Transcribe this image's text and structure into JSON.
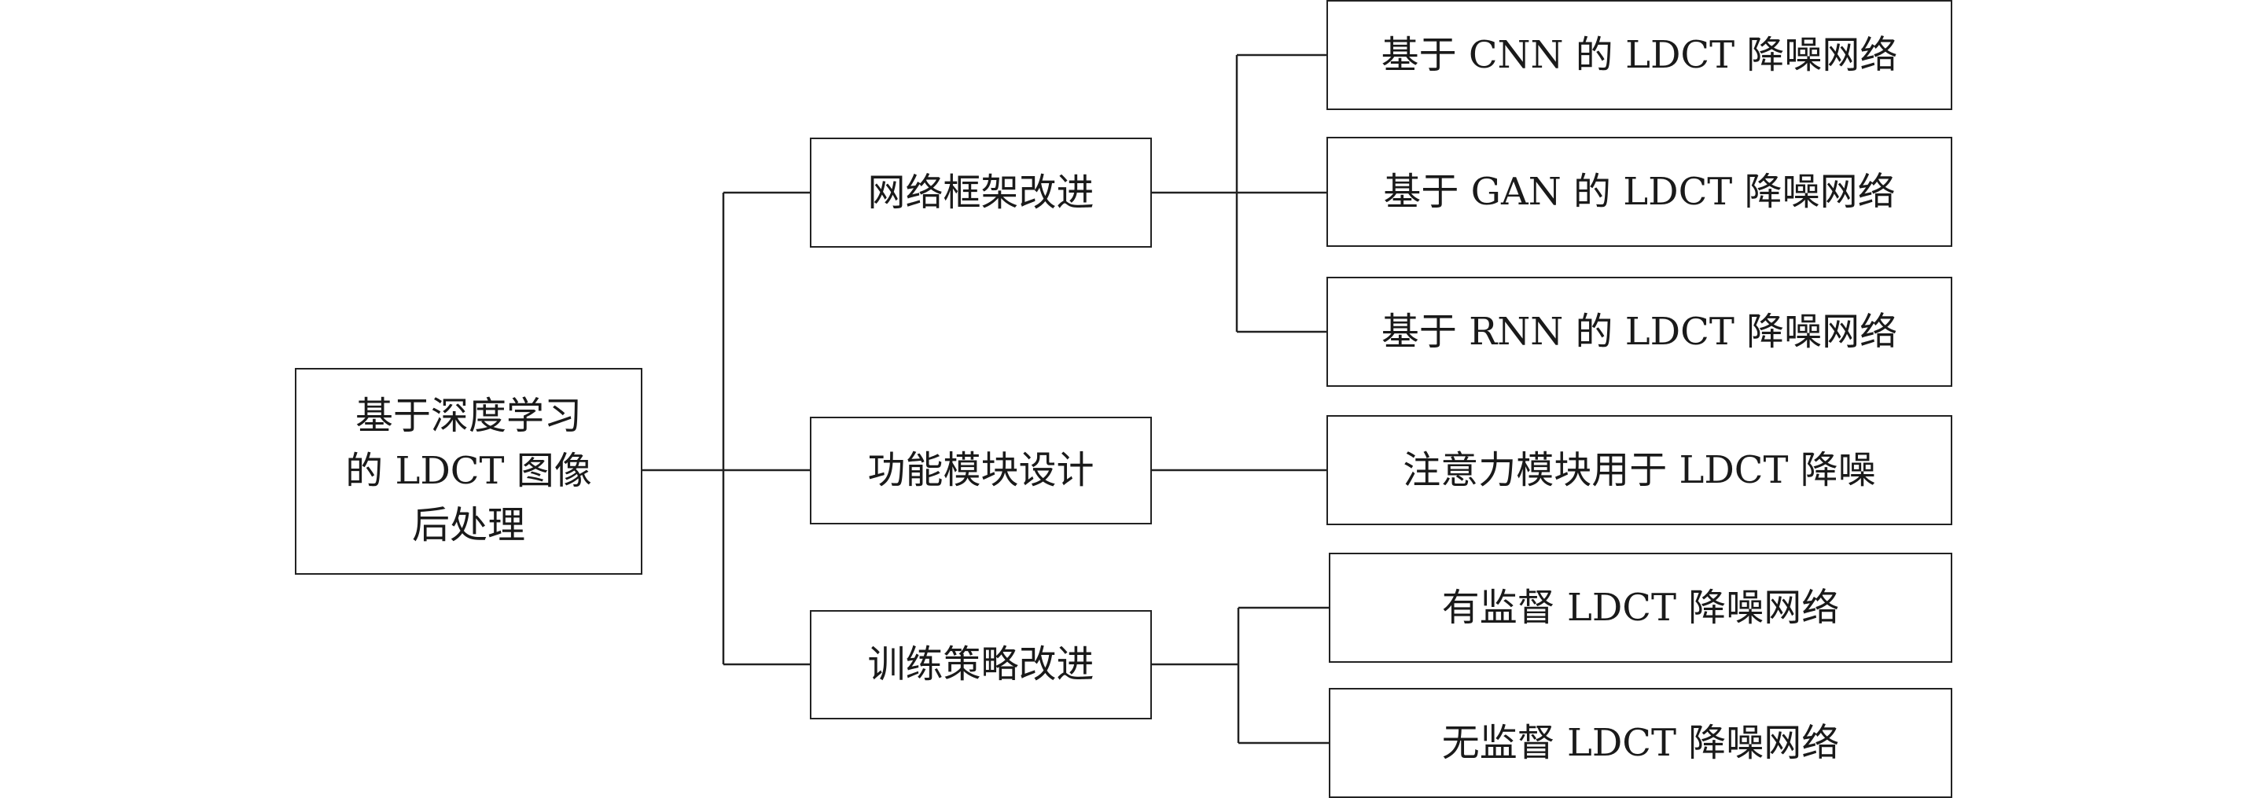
{
  "root": {
    "lines": [
      "基于深度学习",
      "的 LDCT 图像",
      "后处理"
    ]
  },
  "categories": [
    {
      "label": "网络框架改进",
      "children": [
        "基于 CNN 的 LDCT 降噪网络",
        "基于 GAN 的 LDCT 降噪网络",
        "基于 RNN 的 LDCT 降噪网络"
      ]
    },
    {
      "label": "功能模块设计",
      "children": [
        "注意力模块用于 LDCT 降噪"
      ]
    },
    {
      "label": "训练策略改进",
      "children": [
        "有监督 LDCT 降噪网络",
        "无监督 LDCT 降噪网络"
      ]
    }
  ]
}
